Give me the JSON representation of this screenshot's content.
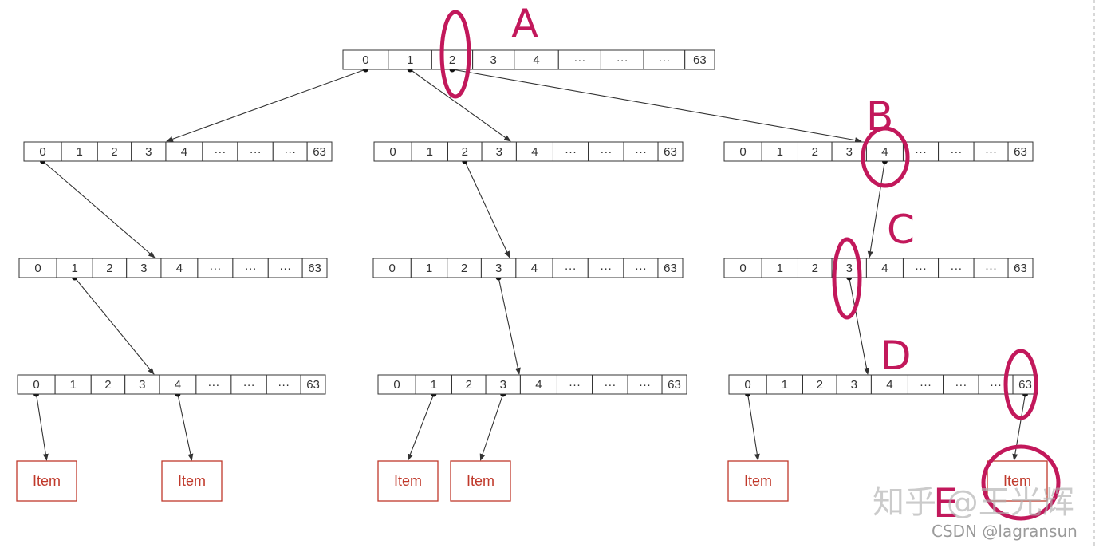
{
  "cell_labels": [
    "0",
    "1",
    "2",
    "3",
    "4",
    "···",
    "···",
    "···",
    "63"
  ],
  "item_label": "Item",
  "markers": [
    "A",
    "B",
    "C",
    "D",
    "E"
  ],
  "watermark": "知乎 @王光辉",
  "credit": "CSDN @lagransun",
  "colors": {
    "highlight": "#c2185b",
    "item": "#c0392b",
    "line": "#333333"
  }
}
